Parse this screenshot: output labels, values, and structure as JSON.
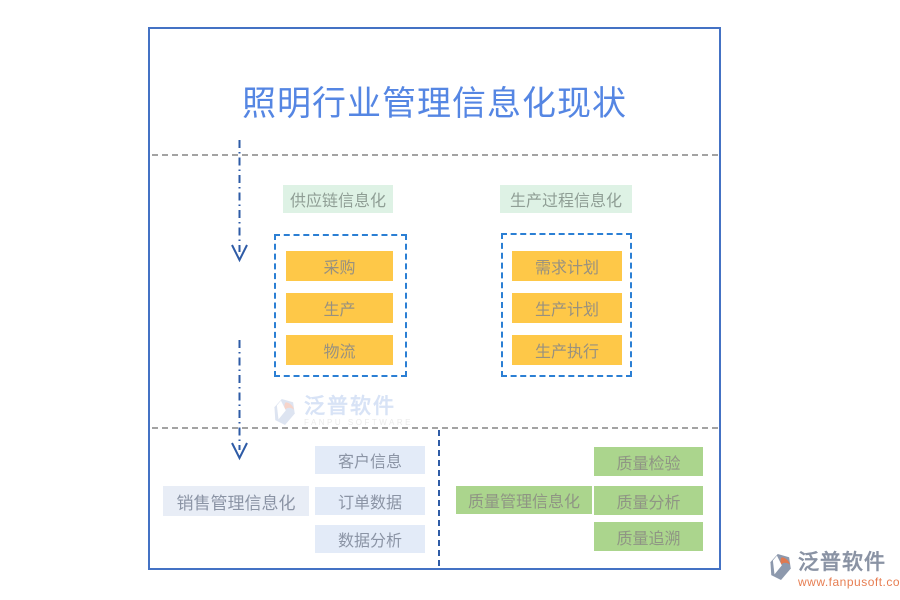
{
  "title": "照明行业管理信息化现状",
  "sections": {
    "supply_chain": {
      "label": "供应链信息化",
      "items": [
        "采购",
        "生产",
        "物流"
      ]
    },
    "production": {
      "label": "生产过程信息化",
      "items": [
        "需求计划",
        "生产计划",
        "生产执行"
      ]
    },
    "sales": {
      "label": "销售管理信息化",
      "items": [
        "客户信息",
        "订单数据",
        "数据分析"
      ]
    },
    "quality": {
      "label": "质量管理信息化",
      "items": [
        "质量检验",
        "质量分析",
        "质量追溯"
      ]
    }
  },
  "watermark": {
    "brand": "泛普软件",
    "caption": "FANPU SOFTWARE"
  },
  "footer_logo": {
    "brand": "泛普软件",
    "url": "www.fanpusoft.com"
  },
  "colors": {
    "frame_border": "#4472c4",
    "title_text": "#5586e3",
    "dashed_line": "#a3a3a3",
    "arrow_blue": "#2e5ba6",
    "dashed_box_border": "#2b7fd4",
    "mint_bg": "#def2e5",
    "orange_bg": "#fec848",
    "light_blue_bg": "#e3ebf8",
    "green_bg": "#abd58d",
    "url_orange": "#e77e52"
  }
}
